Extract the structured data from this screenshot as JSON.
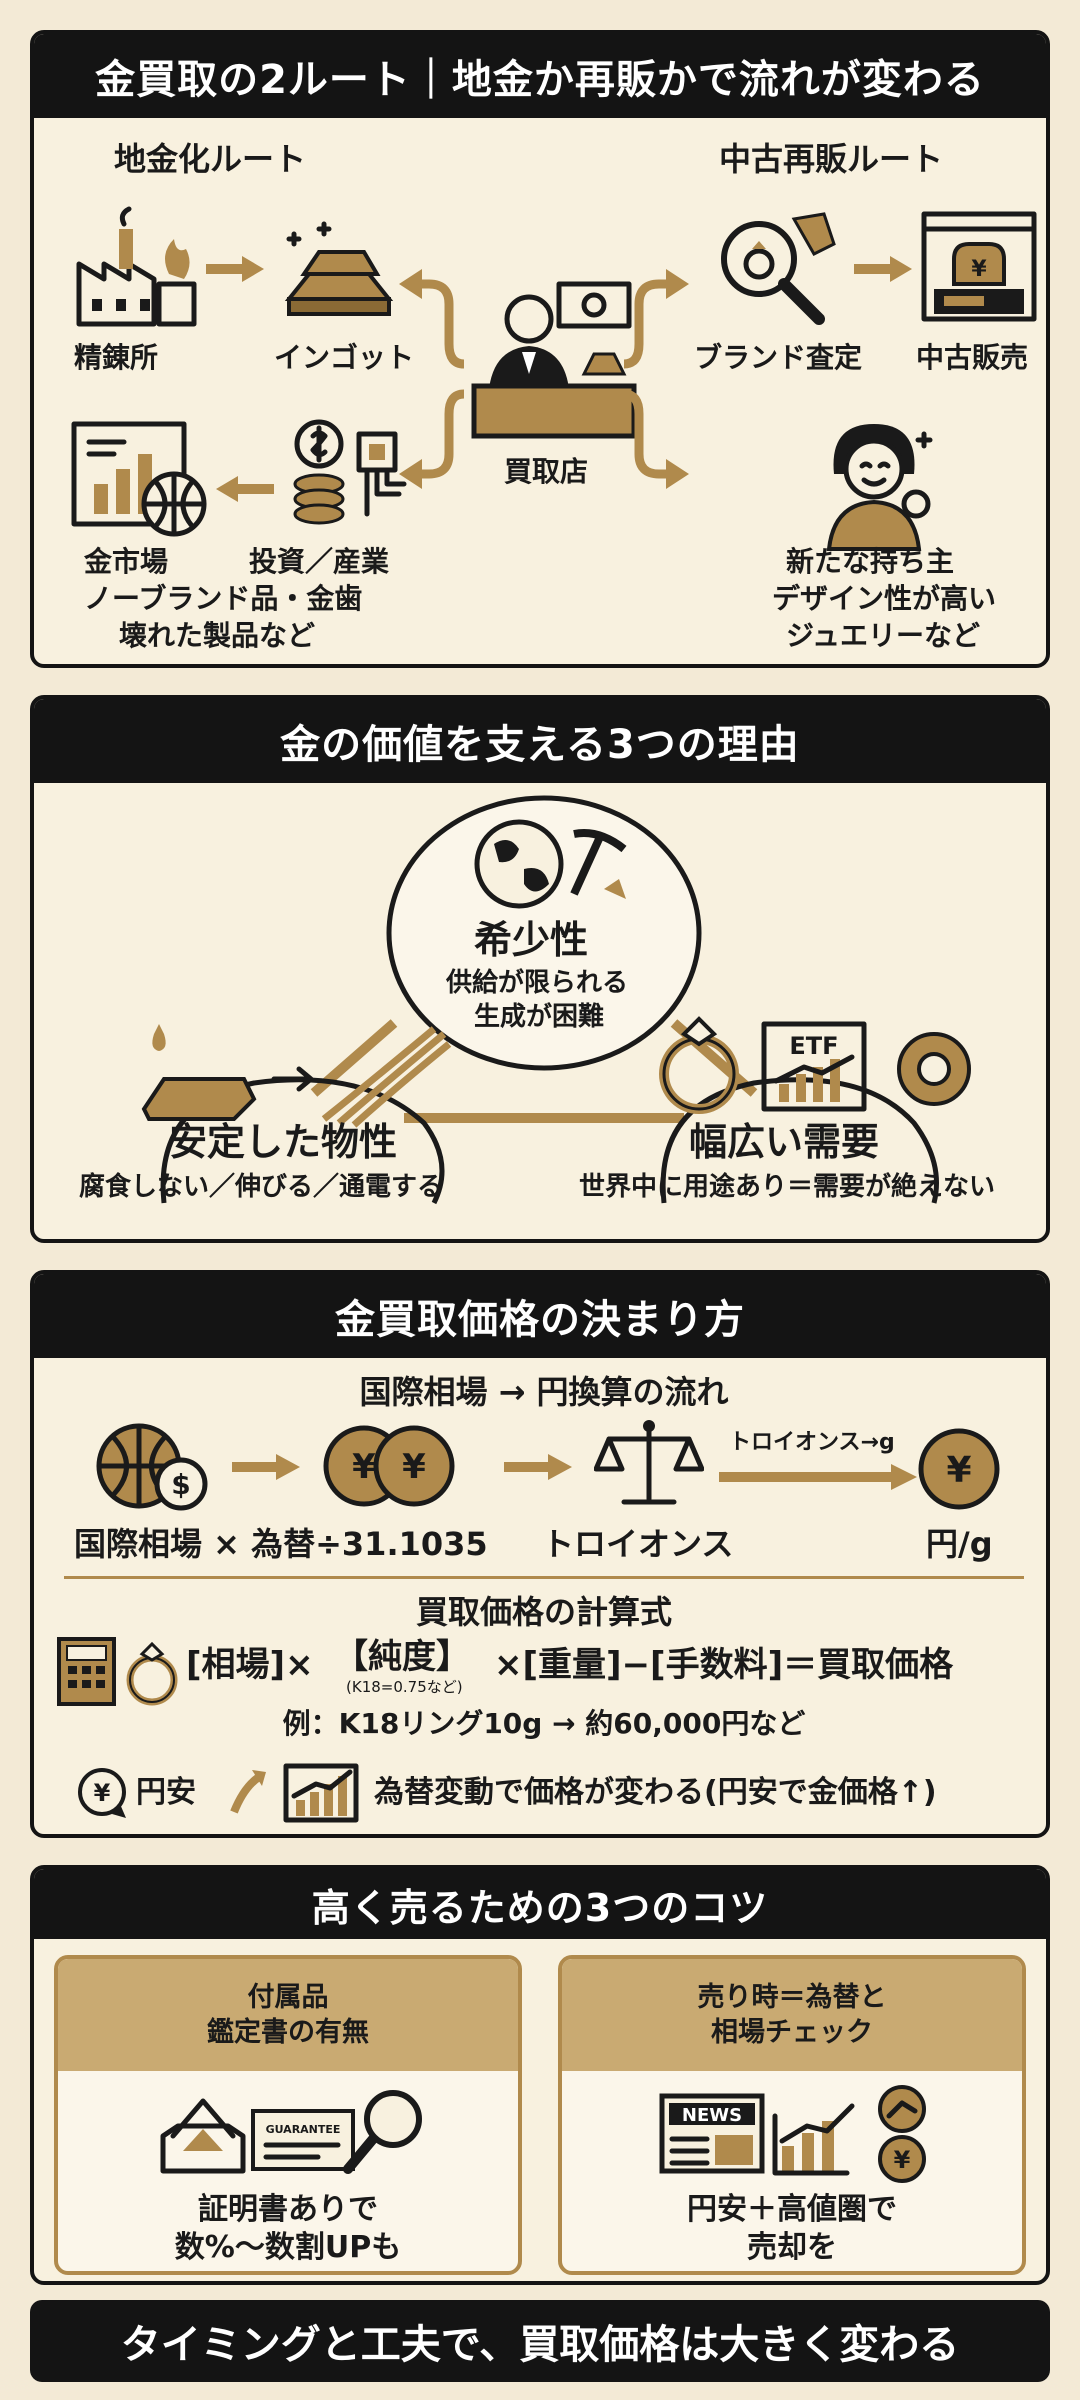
{
  "section1": {
    "title": "金買取の2ルート｜地金か再販かで流れが変わる",
    "left_heading": "地金化ルート",
    "right_heading": "中古再販ルート",
    "refinery": "精錬所",
    "ingot": "インゴット",
    "shop": "買取店",
    "gold_market": "金市場",
    "invest": "投資／産業",
    "left_note_1": "ノーブランド品・金歯",
    "left_note_2": "壊れた製品など",
    "brand_check": "ブランド査定",
    "used_sale": "中古販売",
    "new_owner": "新たな持ち主",
    "right_note_1": "デザイン性が高い",
    "right_note_2": "ジュエリーなど"
  },
  "section2": {
    "title": "金の価値を支える3つの理由",
    "rarity": "希少性",
    "rarity_sub_1": "供給が限られる",
    "rarity_sub_2": "生成が困難",
    "stable": "安定した物性",
    "stable_sub": "腐食しない／伸びる／通電する",
    "demand": "幅広い需要",
    "demand_sub": "世界中に用途あり＝需要が絶えない",
    "etf": "ETF"
  },
  "section3": {
    "title": "金買取価格の決まり方",
    "flow_title": "国際相場 → 円換算の流れ",
    "flow_label_1": "国際相場 × 為替÷31.1035",
    "flow_label_2": "トロイオンス",
    "flow_arrow_label": "トロイオンス→g",
    "flow_label_3": "円/g",
    "formula_title": "買取価格の計算式",
    "formula_1": "[相場]×",
    "formula_2": "【純度】",
    "formula_purity_note": "(K18=0.75など)",
    "formula_3": "×[重量]−[手数料]＝買取価格",
    "example": "例：K18リング10g → 約60,000円など",
    "yen_weak": "円安",
    "fx_note": "為替変動で価格が変わる(円安で金価格↑)"
  },
  "section4": {
    "title": "高く売るための3つのコツ",
    "tip1_head_1": "付属品",
    "tip1_head_2": "鑑定書の有無",
    "tip1_body_1": "証明書ありで",
    "tip1_body_2": "数%〜数割UPも",
    "tip1_card_text": "GUARANTEE",
    "tip2_head_1": "売り時＝為替と",
    "tip2_head_2": "相場チェック",
    "tip2_body_1": "円安＋高値圏で",
    "tip2_body_2": "売却を",
    "tip2_news": "NEWS"
  },
  "footer": "タイミングと工夫で、買取価格は大きく変わる",
  "colors": {
    "gold": "#b08a4c",
    "dark": "#141414",
    "background": "#f3ead6"
  }
}
